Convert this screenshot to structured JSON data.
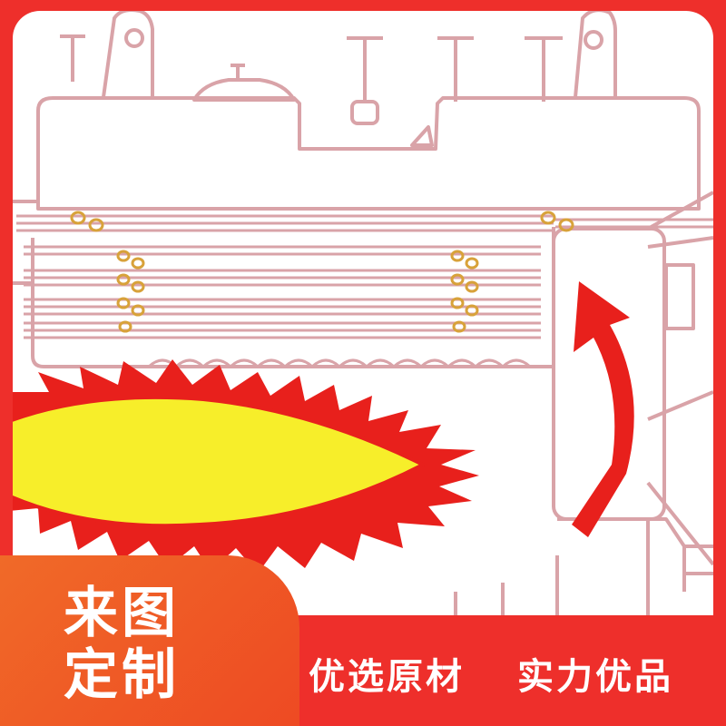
{
  "badge": {
    "line1": "来图",
    "line2": "定制"
  },
  "slogans": [
    "优选原材",
    "实力优品"
  ],
  "colors": {
    "frame_red": "#ee2f2b",
    "badge_orange": "#f06a28",
    "flame_red": "#e8201c",
    "flame_core_yellow": "#f7ee2a",
    "boiler_outline": "#d9a3a8",
    "tube_joint": "#d8a23a"
  },
  "diagram": {
    "subject": "boiler-cross-section",
    "icons": [
      "flame-icon",
      "hot-air-arrow-icon",
      "fire-tubes",
      "boiler-drum"
    ]
  }
}
